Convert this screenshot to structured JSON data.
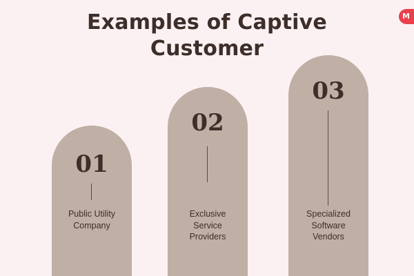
{
  "title": {
    "line1": "Examples of Captive",
    "line2": "Customer"
  },
  "logo": {
    "text": "M"
  },
  "cards": [
    {
      "number": "01",
      "label_lines": [
        "Public Utility",
        "Company"
      ]
    },
    {
      "number": "02",
      "label_lines": [
        "Exclusive",
        "Service",
        "Providers"
      ]
    },
    {
      "number": "03",
      "label_lines": [
        "Specialized",
        "Software",
        "Vendors"
      ]
    }
  ],
  "colors": {
    "background": "#fbf1f2",
    "card": "#bfafa5",
    "text": "#3d2e2a",
    "logo": "#e8414b"
  }
}
